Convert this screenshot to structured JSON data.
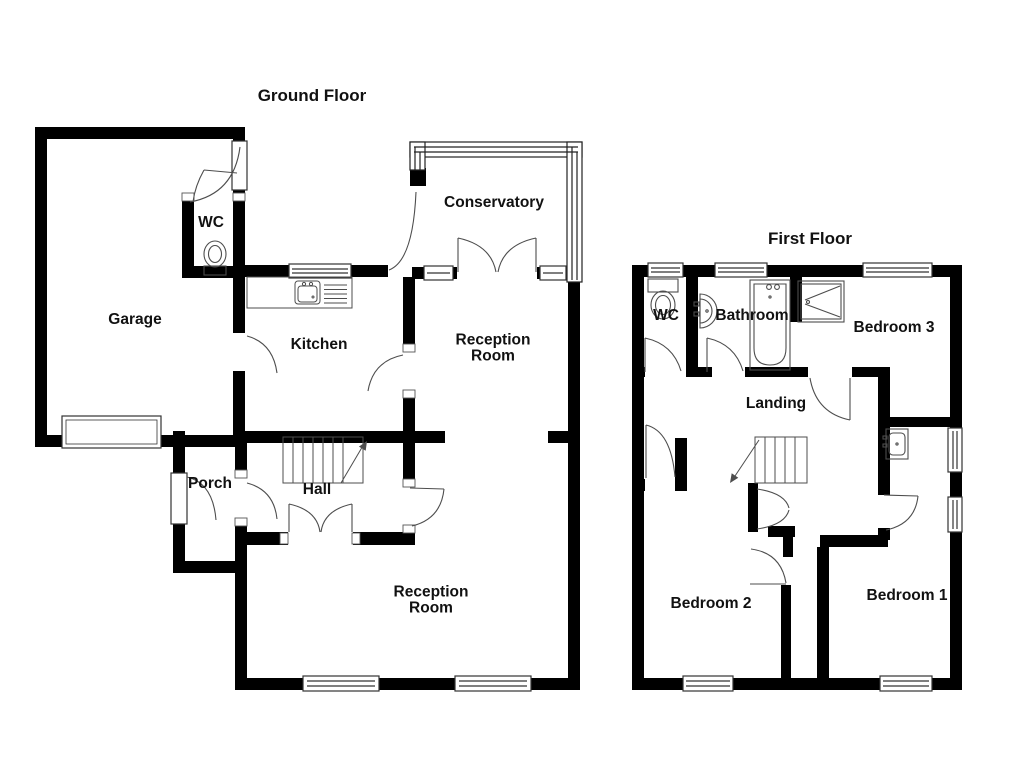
{
  "titles": {
    "ground_floor": "Ground Floor",
    "first_floor": "First Floor"
  },
  "ground_floor": {
    "rooms": [
      {
        "label": "Garage"
      },
      {
        "label": "WC"
      },
      {
        "label": "Kitchen"
      },
      {
        "label": "Conservatory"
      },
      {
        "label": "Reception\nRoom"
      },
      {
        "label": "Hall"
      },
      {
        "label": "Porch"
      },
      {
        "label": "Reception\nRoom"
      }
    ],
    "fixtures": [
      "toilet",
      "kitchen-sink-with-drainer",
      "staircase-up",
      "garage-door",
      "front-entrance-door",
      "rear-door",
      "french-doors-to-conservatory",
      "french-doors-hall",
      "windows"
    ]
  },
  "first_floor": {
    "rooms": [
      {
        "label": "WC"
      },
      {
        "label": "Bathroom"
      },
      {
        "label": "Bedroom 3"
      },
      {
        "label": "Landing"
      },
      {
        "label": "Bedroom 2"
      },
      {
        "label": "Bedroom 1"
      }
    ],
    "fixtures": [
      "toilet",
      "wash-basin",
      "bath-tub",
      "shower-tray",
      "vanity-sink",
      "staircase-down",
      "under-stairs-cupboard-doors",
      "windows"
    ]
  },
  "colors": {
    "background": "#ffffff",
    "wall": "#000000",
    "fixture_line": "#4d4d4d",
    "window_frame": "#333333",
    "text": "#111111"
  }
}
